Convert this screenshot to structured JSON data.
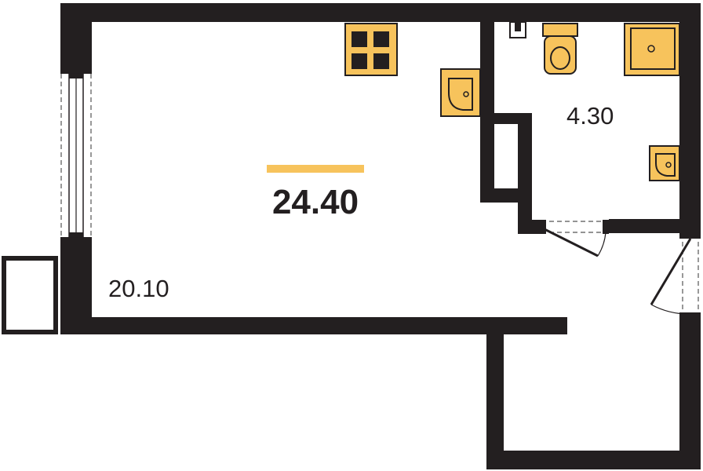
{
  "plan": {
    "total_area": "24.40",
    "rooms": [
      {
        "id": "main-room",
        "area": "20.10"
      },
      {
        "id": "bathroom",
        "area": "4.30"
      }
    ],
    "colors": {
      "wall": "#231f20",
      "fixture": "#f7c35c",
      "accent_bar": "#f7c35c",
      "background": "#ffffff"
    },
    "fixtures": [
      "stove-icon",
      "kitchen-sink-icon",
      "toilet-icon",
      "shower-tray-icon",
      "washbasin-icon"
    ]
  }
}
